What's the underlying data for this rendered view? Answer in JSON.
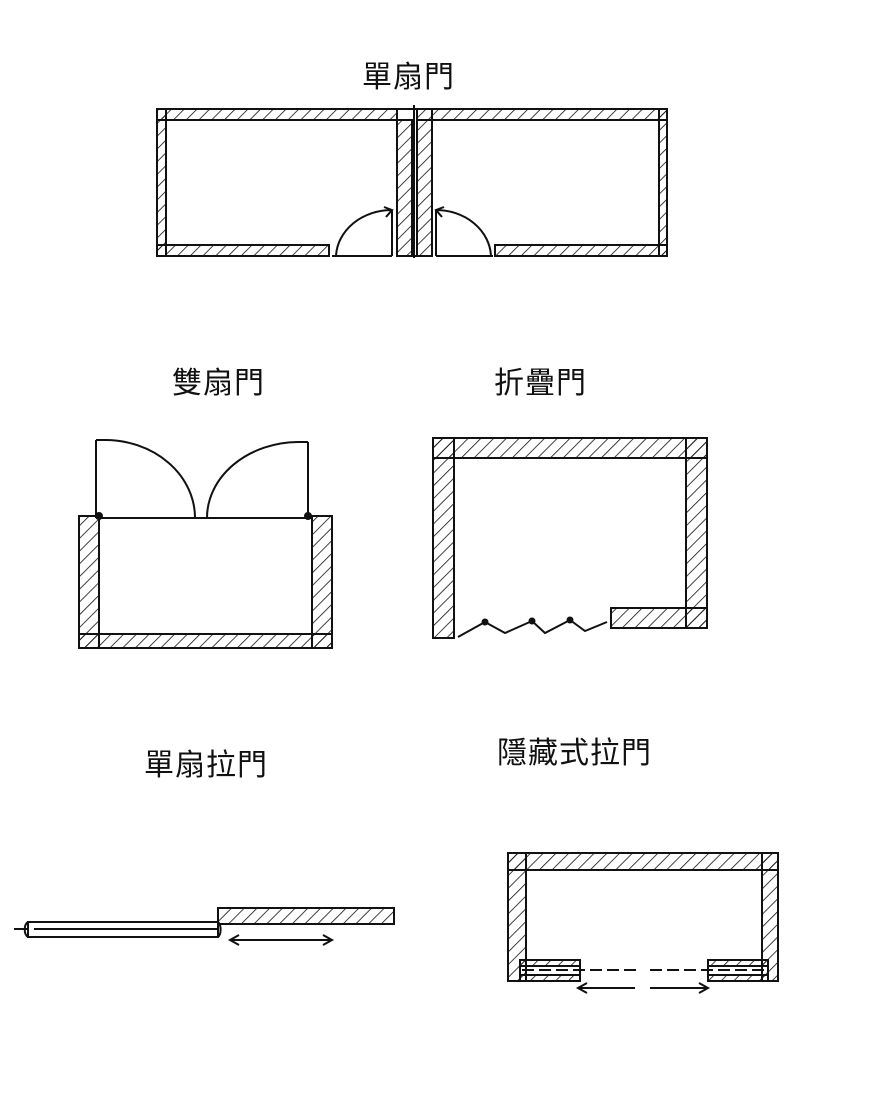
{
  "labels": {
    "single_door": "單扇門",
    "double_door": "雙扇門",
    "folding_door": "折疊門",
    "single_sliding_door": "單扇拉門",
    "hidden_sliding_door": "隱藏式拉門"
  },
  "colors": {
    "ink": "#111111",
    "paper": "#ffffff"
  }
}
